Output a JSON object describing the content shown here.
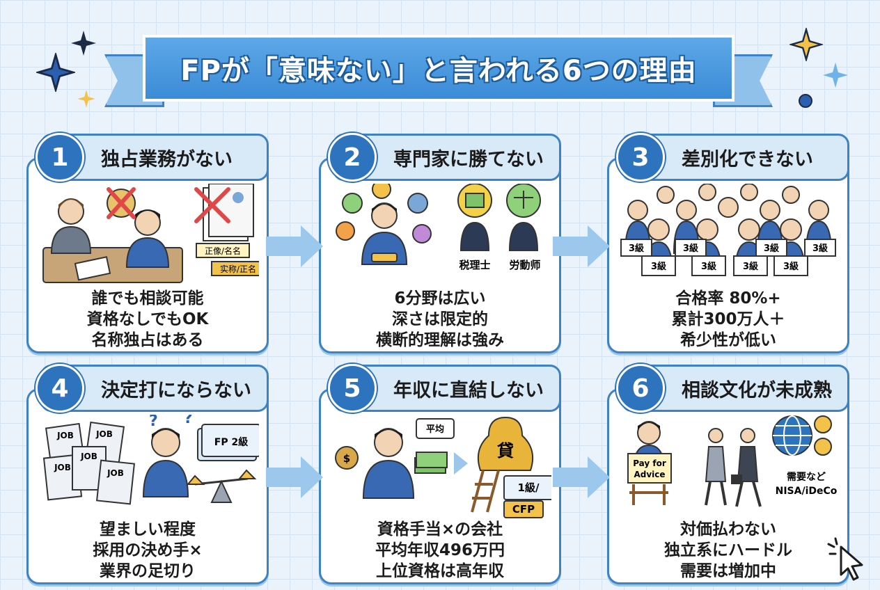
{
  "title": "FPが「意味ない」と言われる6つの理由",
  "colors": {
    "accent": "#2e73bd",
    "banner": "#4a9ae0",
    "background": "#eaf3fc",
    "badge_fill": "#fff4c2"
  },
  "cards": [
    {
      "number": "1",
      "title": "独占業務がない",
      "lines": [
        "誰でも相談可能",
        "資格なしでもOK",
        "名称独占はある"
      ],
      "labels": [
        "正像/名名",
        "实称/正名"
      ]
    },
    {
      "number": "2",
      "title": "専門家に勝てない",
      "lines": [
        "6分野は広い",
        "深さは限定的",
        "横断的理解は強み"
      ],
      "labels": [
        "税理士",
        "労動师"
      ]
    },
    {
      "number": "3",
      "title": "差別化できない",
      "lines": [
        "合格率 80%+",
        "累計300万人＋",
        "希少性が低い"
      ],
      "labels": [
        "3級"
      ]
    },
    {
      "number": "4",
      "title": "決定打にならない",
      "lines": [
        "望ましい程度",
        "採用の決め手×",
        "業界の足切り"
      ],
      "labels": [
        "JOB",
        "FP 2級"
      ]
    },
    {
      "number": "5",
      "title": "年収に直結しない",
      "lines": [
        "資格手当×の会社",
        "平均年収496万円",
        "上位資格は高年収"
      ],
      "labels": [
        "平均",
        "貸",
        "1級/",
        "CFP"
      ]
    },
    {
      "number": "6",
      "title": "相談文化が未成熟",
      "lines": [
        "対価払わない",
        "独立系にハードル",
        "需要は増加中"
      ],
      "labels": [
        "Pay for",
        "Advice",
        "需要など",
        "NISA/iDeCo"
      ]
    }
  ]
}
